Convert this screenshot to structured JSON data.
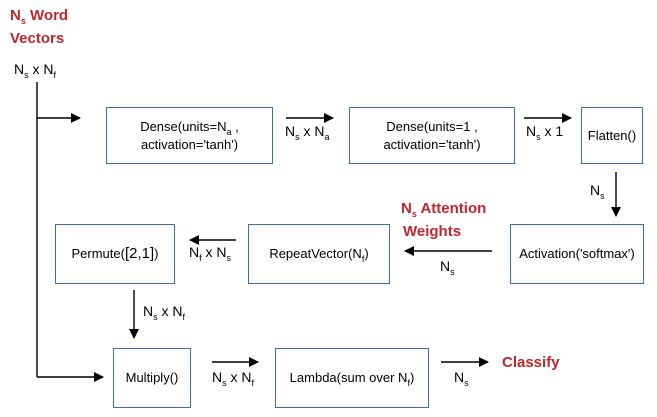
{
  "title": {
    "n": "N",
    "s": "s",
    "rest": " Word",
    "line2": "Vectors"
  },
  "input_dims": {
    "a": "N",
    "as": "s",
    "x": " x N",
    "bs": "f"
  },
  "boxes": {
    "dense1": {
      "l1a": "Dense(units=N",
      "l1s": "a",
      "l1b": " ,",
      "l2": "activation='tanh')"
    },
    "dense2": {
      "l1": "Dense(units=1 ,",
      "l2": "activation='tanh')"
    },
    "flatten": "Flatten()",
    "activation": "Activation('softmax')",
    "repeat": {
      "a": "RepeatVector(N",
      "s": "f",
      "b": ")"
    },
    "permute": {
      "a": "Permute(",
      "b": "[2,1]",
      "c": ")"
    },
    "multiply": "Multiply()",
    "lambda": {
      "a": "Lambda(sum over N",
      "s": "f",
      "b": ")"
    }
  },
  "edge_labels": {
    "e1": {
      "a": "N",
      "as": "s",
      "x": " x N",
      "bs": "a"
    },
    "e2": {
      "a": "N",
      "as": "s",
      "x": " x 1"
    },
    "e3": {
      "a": "N",
      "as": "s"
    },
    "e4": {
      "a": "N",
      "as": "s"
    },
    "e5": {
      "a": "N",
      "as": "f",
      "x": " x N",
      "bs": "s"
    },
    "e6": {
      "a": "N",
      "as": "s",
      "x": " x N",
      "bs": "f"
    },
    "e7": {
      "a": "N",
      "as": "s",
      "x": " x N",
      "bs": "f"
    },
    "e8": {
      "a": "N",
      "as": "s"
    }
  },
  "attention": {
    "n": "N",
    "s": "s",
    "rest": " Attention",
    "line2": "Weights"
  },
  "classify": "Classify",
  "colors": {
    "accent": "#c0262d",
    "box_border": "#3b6ea5"
  }
}
